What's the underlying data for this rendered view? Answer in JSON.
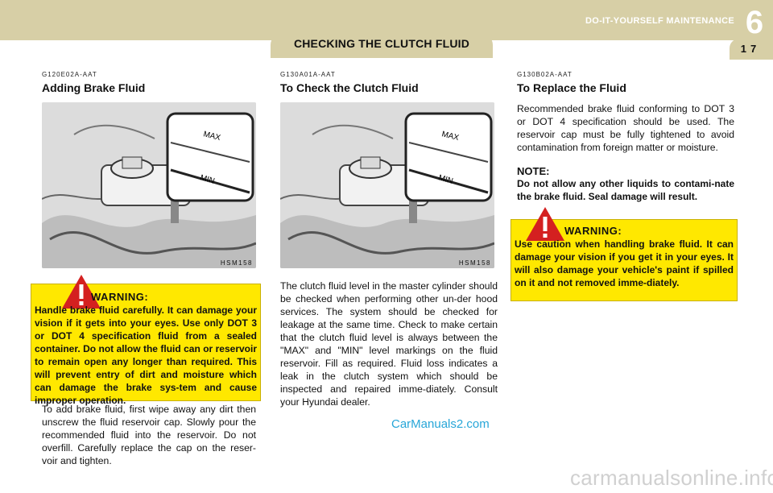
{
  "header": {
    "breadcrumb": "DO-IT-YOURSELF   MAINTENANCE",
    "section_number": "6",
    "page_title": "CHECKING  THE  CLUTCH  FLUID",
    "page_number": "17"
  },
  "colors": {
    "band": "#d7cfa6",
    "warning_background": "#ffe800",
    "watermark_blue": "#27a6d8"
  },
  "column1": {
    "code": "G120E02A-AAT",
    "heading": "Adding  Brake  Fluid",
    "figure_code": "HSM158",
    "figure_labels": {
      "max": "MAX",
      "min": "MIN"
    },
    "warning": {
      "icon": "warning-exclamation-icon",
      "label": "WARNING:",
      "text": "Handle brake fluid carefully. It can damage your vision if it gets into your eyes. Use only DOT 3 or DOT 4 specification fluid from a sealed container. Do not allow the fluid can or reservoir to remain open any longer than required. This will prevent entry of dirt and moisture which can damage the brake sys-tem and cause improper operation."
    },
    "body": "To add brake fluid, first wipe away any dirt then unscrew the fluid reservoir cap. Slowly pour the recommended fluid into the reservoir. Do not overfill. Carefully replace the cap on the reser-voir and tighten."
  },
  "column2": {
    "code": "G130A01A-AAT",
    "heading": "To  Check  the  Clutch  Fluid",
    "figure_code": "HSM158",
    "figure_labels": {
      "max": "MAX",
      "min": "MIN"
    },
    "body": "The clutch fluid level in the master cylinder should be checked when performing other un-der hood services. The system should be checked for leakage at the same time. Check to make certain that the clutch fluid level is always between the \"MAX\" and \"MIN\" level markings on the fluid reservoir. Fill as required. Fluid loss indicates a leak in the clutch system which should be inspected and repaired imme-diately. Consult your Hyundai dealer."
  },
  "column3": {
    "code": "G130B02A-AAT",
    "heading": "To  Replace  the  Fluid",
    "body": "Recommended brake fluid conforming to DOT 3 or DOT 4 specification should be used. The reservoir cap must be fully tightened to avoid contamination from foreign matter or moisture.",
    "note_title": "NOTE:",
    "note_text": "Do not allow any other liquids to contami-nate the brake fluid. Seal damage will result.",
    "warning": {
      "icon": "warning-exclamation-icon",
      "label": "WARNING:",
      "text": "Use caution when handling brake fluid. It can damage your vision if you get it in your eyes. It will also damage your vehicle's paint if spilled on it and not removed imme-diately."
    }
  },
  "watermarks": {
    "blue": "CarManuals2.com",
    "gray": "carmanualsonline.info"
  }
}
